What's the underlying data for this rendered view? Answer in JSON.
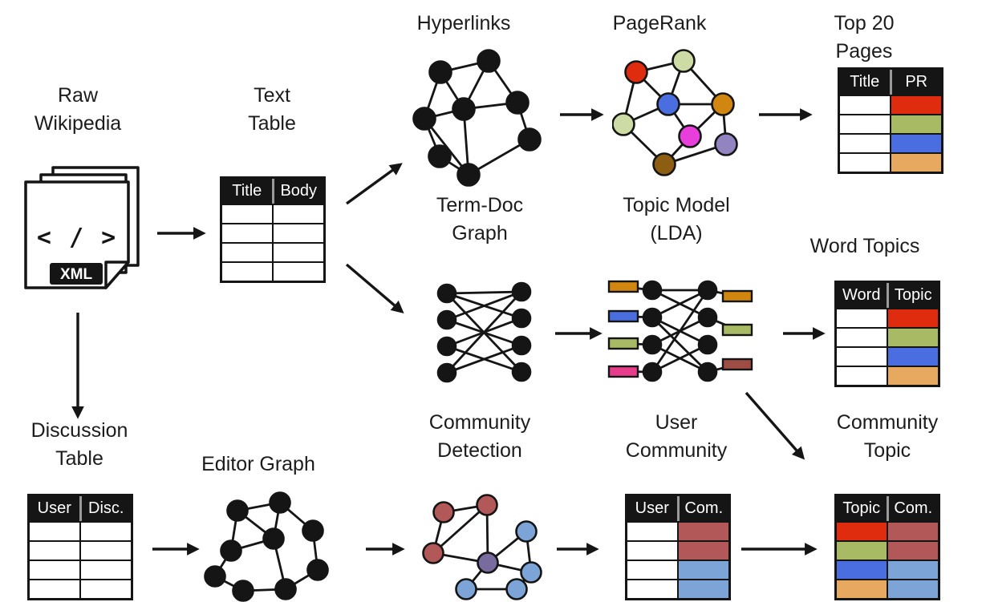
{
  "colors": {
    "ink": "#151515",
    "red": "#df2b0e",
    "olive_green": "#a9ba64",
    "pale_green": "#cddca5",
    "blue": "#4a6ee0",
    "light_orange": "#e6a95f",
    "dark_orange": "#d0860f",
    "magenta": "#e83fdc",
    "purple": "#9184c0",
    "brown": "#8d5e12",
    "community_red": "#b25858",
    "community_blue": "#7da4d6",
    "community_purple": "#786b9e",
    "pink": "#e63d8a",
    "maroon": "#9e4d44"
  },
  "labels": {
    "hyperlinks": "Hyperlinks",
    "pagerank": "PageRank",
    "top_20_pages": "Top 20 Pages",
    "raw_wikipedia": "Raw\nWikipedia",
    "text_table": "Text\nTable",
    "term_doc_graph": "Term-Doc\nGraph",
    "topic_model": "Topic Model\n(LDA)",
    "word_topics": "Word Topics",
    "discussion_table": "Discussion\nTable",
    "editor_graph": "Editor Graph",
    "community_detection": "Community\nDetection",
    "user_community": "User\nCommunity",
    "community_topic": "Community\nTopic"
  },
  "doc_stack": {
    "code_glyph": "< / >",
    "badge": "XML"
  },
  "tables": [
    {
      "id": "tbl-text",
      "name": "text-table",
      "headers": [
        "Title",
        "Body"
      ],
      "cells": [
        [
          "#ffffff",
          "#ffffff"
        ],
        [
          "#ffffff",
          "#ffffff"
        ],
        [
          "#ffffff",
          "#ffffff"
        ],
        [
          "#ffffff",
          "#ffffff"
        ]
      ]
    },
    {
      "id": "tbl-top20",
      "name": "top-20-pages-table",
      "headers": [
        "Title",
        "PR"
      ],
      "cells": [
        [
          "#ffffff",
          "#df2b0e"
        ],
        [
          "#ffffff",
          "#a9ba64"
        ],
        [
          "#ffffff",
          "#4a6ee0"
        ],
        [
          "#ffffff",
          "#e6a95f"
        ]
      ]
    },
    {
      "id": "tbl-word-topics",
      "name": "word-topics-table",
      "headers": [
        "Word",
        "Topic"
      ],
      "cells": [
        [
          "#ffffff",
          "#df2b0e"
        ],
        [
          "#ffffff",
          "#a9ba64"
        ],
        [
          "#ffffff",
          "#4a6ee0"
        ],
        [
          "#ffffff",
          "#e6a95f"
        ]
      ]
    },
    {
      "id": "tbl-discussion",
      "name": "discussion-table",
      "headers": [
        "User",
        "Disc."
      ],
      "cells": [
        [
          "#ffffff",
          "#ffffff"
        ],
        [
          "#ffffff",
          "#ffffff"
        ],
        [
          "#ffffff",
          "#ffffff"
        ],
        [
          "#ffffff",
          "#ffffff"
        ]
      ]
    },
    {
      "id": "tbl-user-community",
      "name": "user-community-table",
      "headers": [
        "User",
        "Com."
      ],
      "cells": [
        [
          "#ffffff",
          "#b25858"
        ],
        [
          "#ffffff",
          "#b25858"
        ],
        [
          "#ffffff",
          "#7da4d6"
        ],
        [
          "#ffffff",
          "#7da4d6"
        ]
      ]
    },
    {
      "id": "tbl-community-topic",
      "name": "community-topic-table",
      "headers": [
        "Topic",
        "Com."
      ],
      "cells": [
        [
          "#df2b0e",
          "#b25858"
        ],
        [
          "#a9ba64",
          "#b25858"
        ],
        [
          "#4a6ee0",
          "#7da4d6"
        ],
        [
          "#e6a95f",
          "#7da4d6"
        ]
      ]
    }
  ],
  "graphs": [
    {
      "id": "g-hyperlinks",
      "name": "hyperlinks-graph",
      "r": 13.5,
      "nodes": [
        [
          54,
          34,
          "#151515"
        ],
        [
          114,
          20,
          "#151515"
        ],
        [
          34,
          92,
          "#151515"
        ],
        [
          83,
          80,
          "#151515"
        ],
        [
          150,
          72,
          "#151515"
        ],
        [
          53,
          139,
          "#151515"
        ],
        [
          165,
          118,
          "#151515"
        ],
        [
          89,
          162,
          "#151515"
        ]
      ],
      "edges": [
        [
          0,
          1
        ],
        [
          0,
          2
        ],
        [
          0,
          3
        ],
        [
          1,
          3
        ],
        [
          1,
          4
        ],
        [
          2,
          3
        ],
        [
          2,
          5
        ],
        [
          3,
          4
        ],
        [
          3,
          7
        ],
        [
          4,
          6
        ],
        [
          5,
          7
        ],
        [
          6,
          7
        ],
        [
          2,
          7
        ]
      ],
      "rects": []
    },
    {
      "id": "g-pagerank",
      "name": "pagerank-graph",
      "r": 13.5,
      "nodes": [
        [
          30,
          34,
          "#df2b0e"
        ],
        [
          89,
          20,
          "#cddca5"
        ],
        [
          70,
          74,
          "#4a6ee0"
        ],
        [
          138,
          74,
          "#d0860f"
        ],
        [
          14,
          99,
          "#cddca5"
        ],
        [
          97,
          114,
          "#e83fdc"
        ],
        [
          142,
          124,
          "#9184c0"
        ],
        [
          65,
          149,
          "#8d5e12"
        ]
      ],
      "edges": [
        [
          0,
          1
        ],
        [
          0,
          2
        ],
        [
          0,
          4
        ],
        [
          1,
          2
        ],
        [
          1,
          3
        ],
        [
          2,
          3
        ],
        [
          2,
          5
        ],
        [
          2,
          4
        ],
        [
          3,
          5
        ],
        [
          3,
          6
        ],
        [
          4,
          7
        ],
        [
          5,
          7
        ],
        [
          6,
          7
        ]
      ],
      "rects": []
    },
    {
      "id": "g-termdoc",
      "name": "term-doc-graph",
      "r": 11,
      "nodes": [
        [
          17,
          19,
          "#151515"
        ],
        [
          17,
          52,
          "#151515"
        ],
        [
          17,
          85,
          "#151515"
        ],
        [
          17,
          118,
          "#151515"
        ],
        [
          110,
          17,
          "#151515"
        ],
        [
          110,
          50,
          "#151515"
        ],
        [
          110,
          84,
          "#151515"
        ],
        [
          110,
          117,
          "#151515"
        ]
      ],
      "edges": [
        [
          0,
          4
        ],
        [
          0,
          5
        ],
        [
          1,
          4
        ],
        [
          1,
          6
        ],
        [
          2,
          5
        ],
        [
          2,
          7
        ],
        [
          3,
          4
        ],
        [
          3,
          6
        ],
        [
          0,
          7
        ]
      ],
      "rects": []
    },
    {
      "id": "g-lda",
      "name": "topic-model-graph",
      "r": 11,
      "nodes": [
        [
          58,
          15,
          "#151515"
        ],
        [
          58,
          49,
          "#151515"
        ],
        [
          58,
          83,
          "#151515"
        ],
        [
          58,
          117,
          "#151515"
        ],
        [
          127,
          15,
          "#151515"
        ],
        [
          127,
          49,
          "#151515"
        ],
        [
          127,
          83,
          "#151515"
        ],
        [
          127,
          117,
          "#151515"
        ]
      ],
      "edges": [
        [
          0,
          4
        ],
        [
          0,
          5
        ],
        [
          1,
          4
        ],
        [
          1,
          6
        ],
        [
          2,
          5
        ],
        [
          2,
          7
        ],
        [
          3,
          4
        ],
        [
          3,
          6
        ],
        [
          1,
          7
        ]
      ],
      "rects": [
        [
          4,
          4,
          36,
          13,
          "#d0860f",
          0
        ],
        [
          4,
          41,
          36,
          13,
          "#4a6ee0",
          1
        ],
        [
          4,
          75,
          36,
          13,
          "#a9ba64",
          2
        ],
        [
          4,
          110,
          36,
          13,
          "#e63d8a",
          3
        ],
        [
          146,
          16,
          36,
          13,
          "#d0860f",
          4
        ],
        [
          146,
          58,
          36,
          13,
          "#a9ba64",
          5
        ],
        [
          146,
          101,
          36,
          13,
          "#9e4d44",
          7
        ]
      ]
    },
    {
      "id": "g-editor",
      "name": "editor-graph",
      "r": 12.5,
      "nodes": [
        [
          46,
          24,
          "#151515"
        ],
        [
          99,
          14,
          "#151515"
        ],
        [
          38,
          74,
          "#151515"
        ],
        [
          140,
          49,
          "#151515"
        ],
        [
          91,
          59,
          "#151515"
        ],
        [
          18,
          106,
          "#151515"
        ],
        [
          53,
          124,
          "#151515"
        ],
        [
          106,
          122,
          "#151515"
        ],
        [
          146,
          98,
          "#151515"
        ]
      ],
      "edges": [
        [
          0,
          1
        ],
        [
          0,
          2
        ],
        [
          0,
          4
        ],
        [
          1,
          4
        ],
        [
          1,
          3
        ],
        [
          3,
          8
        ],
        [
          2,
          5
        ],
        [
          2,
          4
        ],
        [
          5,
          6
        ],
        [
          6,
          7
        ],
        [
          7,
          8
        ],
        [
          4,
          7
        ]
      ],
      "rects": []
    },
    {
      "id": "g-community",
      "name": "community-detection-graph",
      "r": 12.5,
      "nodes": [
        [
          38,
          23,
          "#b25858"
        ],
        [
          92,
          14,
          "#b25858"
        ],
        [
          25,
          74,
          "#b25858"
        ],
        [
          93,
          86,
          "#786b9e"
        ],
        [
          141,
          47,
          "#7da4d6"
        ],
        [
          147,
          98,
          "#7da4d6"
        ],
        [
          66,
          119,
          "#7da4d6"
        ],
        [
          129,
          119,
          "#7da4d6"
        ]
      ],
      "edges": [
        [
          0,
          1
        ],
        [
          0,
          2
        ],
        [
          1,
          2
        ],
        [
          1,
          3
        ],
        [
          2,
          3
        ],
        [
          3,
          4
        ],
        [
          4,
          5
        ],
        [
          3,
          6
        ],
        [
          3,
          5
        ],
        [
          5,
          7
        ],
        [
          6,
          7
        ]
      ],
      "rects": []
    }
  ],
  "arrows": [
    [
      196,
      291,
      252,
      291
    ],
    [
      432,
      254,
      498,
      206
    ],
    [
      432,
      330,
      500,
      388
    ],
    [
      698,
      143,
      748,
      143
    ],
    [
      946,
      143,
      1008,
      143
    ],
    [
      692,
      416,
      746,
      416
    ],
    [
      976,
      416,
      1024,
      416
    ],
    [
      930,
      490,
      1000,
      570
    ],
    [
      97,
      390,
      97,
      518
    ],
    [
      190,
      685,
      244,
      685
    ],
    [
      456,
      685,
      500,
      685
    ],
    [
      694,
      685,
      742,
      685
    ],
    [
      924,
      685,
      1014,
      685
    ]
  ]
}
